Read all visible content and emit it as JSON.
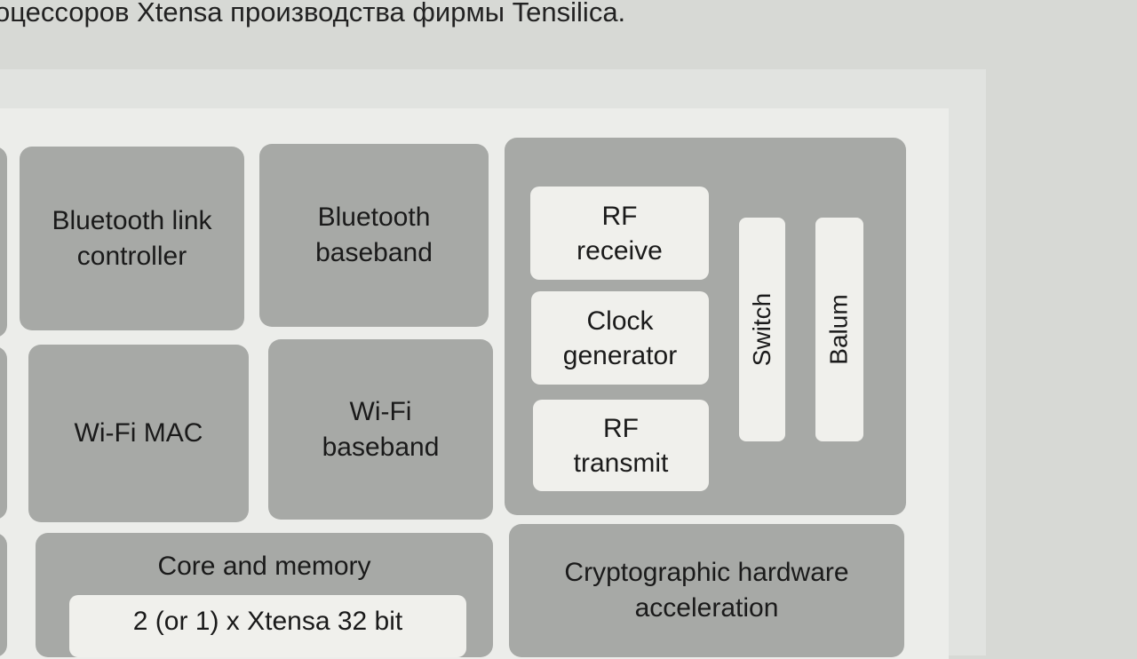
{
  "caption": "оцессоров Xtensa производства фирмы Tensilica.",
  "blocks": {
    "bt_link": "Bluetooth link controller",
    "bt_baseband": "Bluetooth baseband",
    "wifi_mac": "Wi-Fi MAC",
    "wifi_baseband": "Wi-Fi baseband",
    "rf_receive": "RF receive",
    "clock": "Clock generator",
    "rf_transmit": "RF transmit",
    "switch": "Switch",
    "balun": "Balum",
    "core": "Core and memory",
    "core_cpu": "2 (or 1) x Xtensa 32 bit",
    "crypto": "Cryptographic hardware acceleration"
  }
}
